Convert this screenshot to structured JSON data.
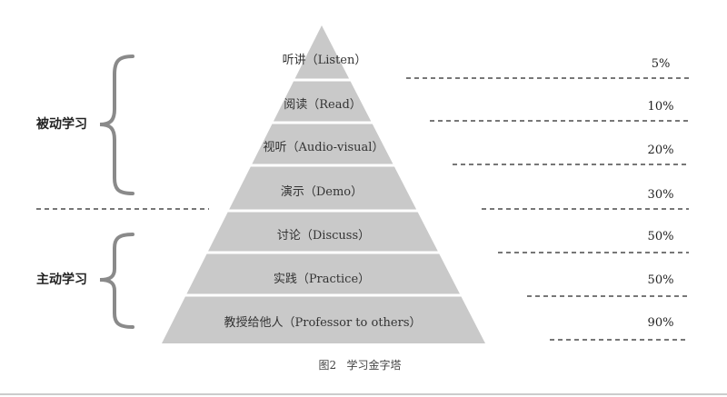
{
  "levels": [
    {
      "label": "听讲（Listen）",
      "percent": "5%"
    },
    {
      "label": "阅读（Read）",
      "percent": "10%"
    },
    {
      "label": "视听（Audio-visual）",
      "percent": "20%"
    },
    {
      "label": "演示（Demo）",
      "percent": "30%"
    },
    {
      "label": "讨论（Discuss）",
      "percent": "50%"
    },
    {
      "label": "实践（Practice）",
      "percent": "50%"
    },
    {
      "label": "教授给他人（Professor to others）",
      "percent": "90%"
    }
  ],
  "groups": {
    "passive": "被动学习",
    "active": "主动学习"
  },
  "caption": "图2   学习金字塔",
  "colors": {
    "pyramid_fill": "#c9c9c9",
    "separator": "#ffffff",
    "bracket": "#8a8a8a",
    "dash": "#777777",
    "bottom_rule": "#999999"
  }
}
